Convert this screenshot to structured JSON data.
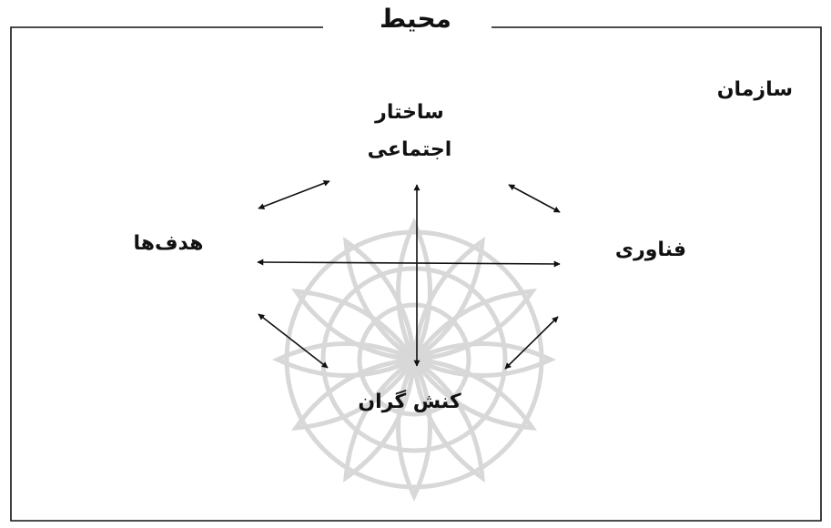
{
  "environment": {
    "title": "محیط"
  },
  "organization": {
    "label": "سازمان"
  },
  "nodes": {
    "social_structure": {
      "line1": "ساختار",
      "line2": "اجتماعی"
    },
    "goals": {
      "label": "هدف‌ها"
    },
    "technology": {
      "label": "فناوری"
    },
    "actors": {
      "label": "کنش گران"
    }
  },
  "colors": {
    "ink": "#111111",
    "watermark": "#cfcfcf",
    "background": "#ffffff"
  }
}
